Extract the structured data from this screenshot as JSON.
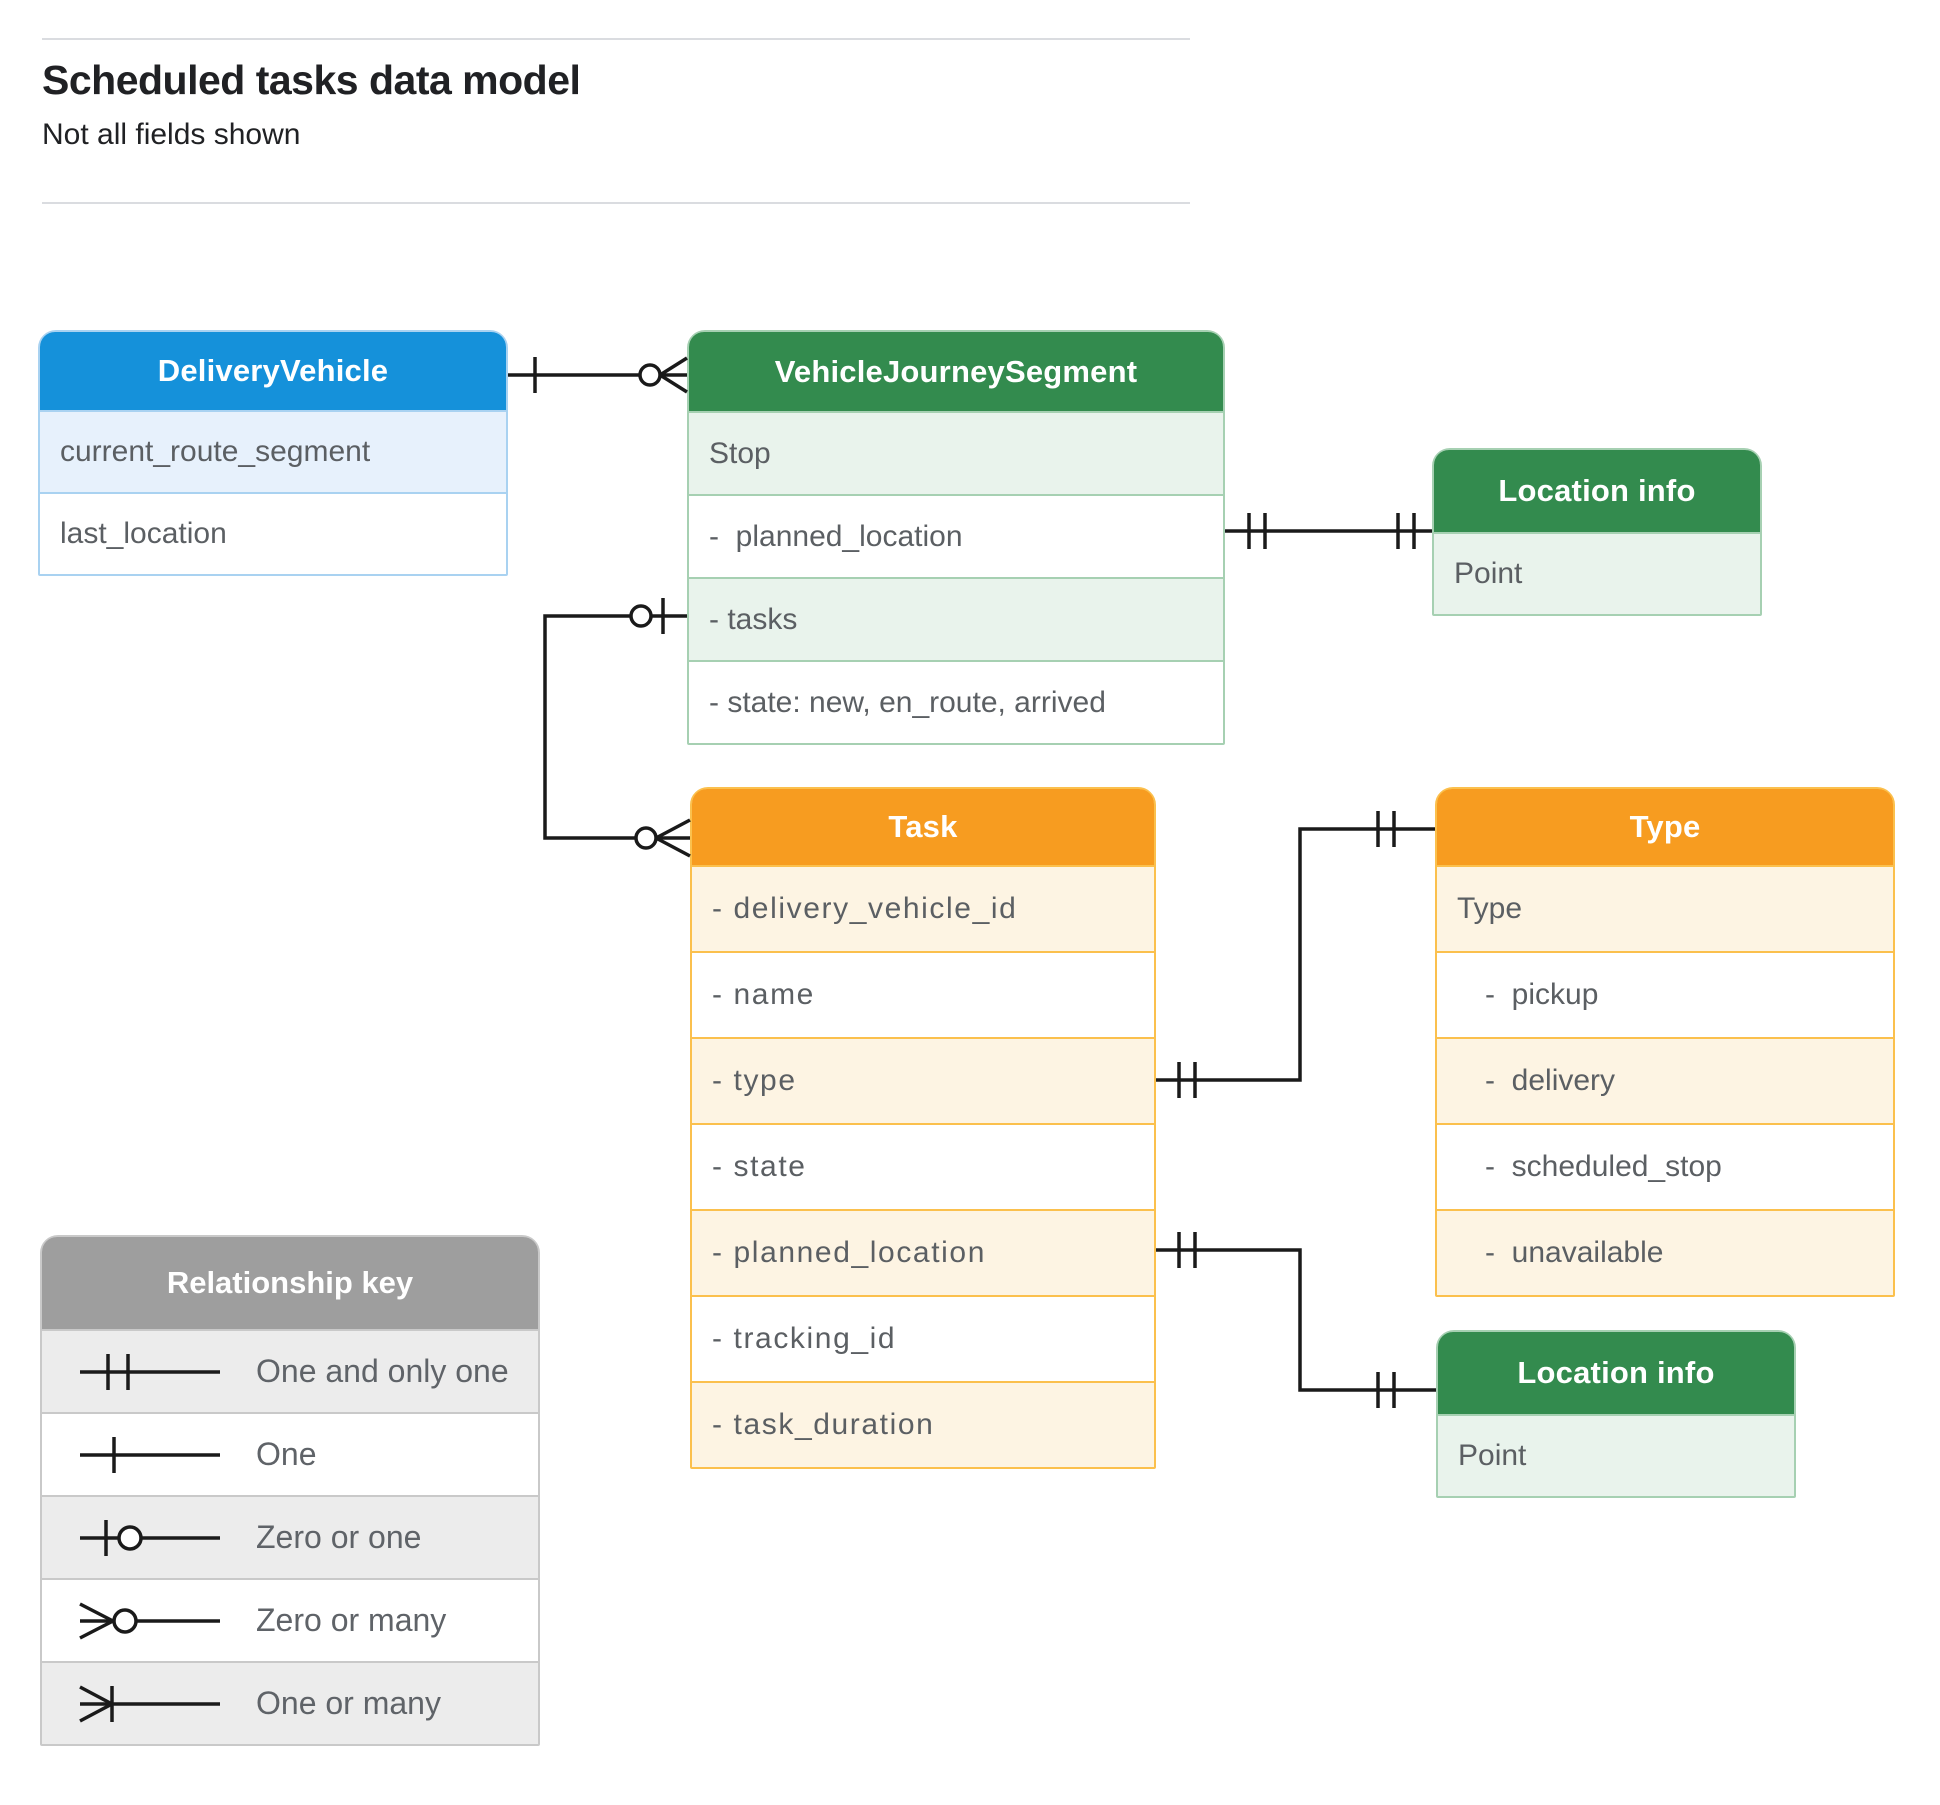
{
  "page": {
    "title": "Scheduled tasks data model",
    "subtitle": "Not all fields shown"
  },
  "colors": {
    "blue_header": "#1591da",
    "blue_tint": "#e7f1fc",
    "green_header": "#338b4e",
    "green_tint": "#e9f3ec",
    "orange_header": "#f79c20",
    "orange_tint": "#fdf4e3",
    "legend_header": "#9e9e9e",
    "legend_tint": "#ececec",
    "row_text": "#5b5f63",
    "connector": "#1a1a1a"
  },
  "entities": {
    "delivery_vehicle": {
      "title": "DeliveryVehicle",
      "rows": [
        "current_route_segment",
        "last_location"
      ]
    },
    "vehicle_journey_segment": {
      "title": "VehicleJourneySegment",
      "rows": [
        "Stop",
        "-  planned_location",
        "- tasks",
        "- state: new, en_route, arrived"
      ]
    },
    "location_info_top": {
      "title": "Location info",
      "rows": [
        "Point"
      ]
    },
    "task": {
      "title": "Task",
      "rows": [
        "- delivery_vehicle_id",
        "- name",
        "- type",
        "- state",
        "- planned_location",
        "- tracking_id",
        "- task_duration"
      ]
    },
    "type": {
      "title": "Type",
      "rows": [
        "Type",
        "-  pickup",
        "-  delivery",
        "-  scheduled_stop",
        "-  unavailable"
      ]
    },
    "location_info_bottom": {
      "title": "Location info",
      "rows": [
        "Point"
      ]
    }
  },
  "relationships": [
    {
      "from": "DeliveryVehicle",
      "to": "VehicleJourneySegment",
      "from_cardinality": "one",
      "to_cardinality": "zero or many"
    },
    {
      "from": "VehicleJourneySegment.tasks",
      "to": "Task",
      "from_cardinality": "zero or one",
      "to_cardinality": "zero or many"
    },
    {
      "from": "VehicleJourneySegment.planned_location",
      "to": "Location info",
      "from_cardinality": "one and only one",
      "to_cardinality": "one and only one"
    },
    {
      "from": "Task.type",
      "to": "Type",
      "from_cardinality": "one and only one",
      "to_cardinality": "one and only one"
    },
    {
      "from": "Task.planned_location",
      "to": "Location info",
      "from_cardinality": "one and only one",
      "to_cardinality": "one and only one"
    }
  ],
  "legend": {
    "title": "Relationship key",
    "items": [
      "One and only one",
      "One",
      "Zero or one",
      "Zero or many",
      "One or many"
    ]
  }
}
